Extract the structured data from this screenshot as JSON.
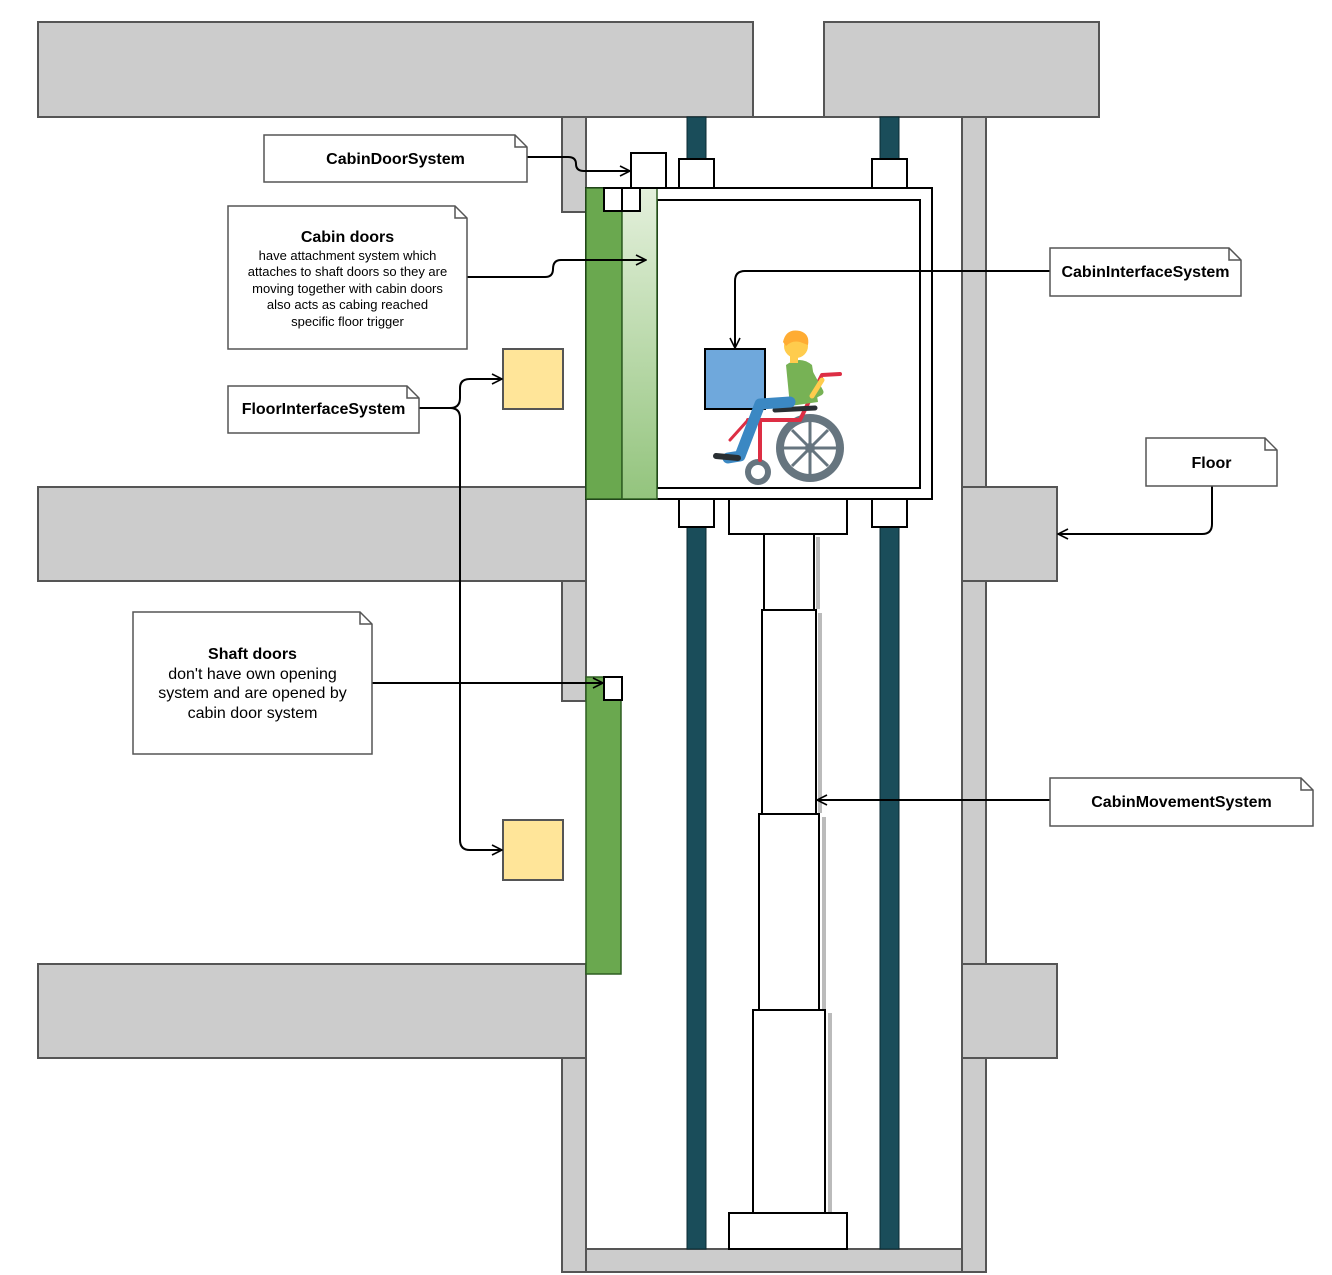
{
  "diagram": {
    "colors": {
      "wall": "#cccccc",
      "wall_stroke": "#555555",
      "rail": "#1a4d5a",
      "door_dark": "#6aa84f",
      "door_light": "#b6d7a8",
      "interface_panel": "#6fa8dc",
      "floor_button": "#ffe599",
      "connector": "#000000"
    },
    "notes": {
      "cabin_door_system": {
        "title": "CabinDoorSystem"
      },
      "cabin_doors": {
        "title": "Cabin doors",
        "lines": [
          "have attachment system which",
          "attaches to shaft doors so they are",
          "moving together with cabin doors",
          "also acts as cabing reached",
          "specific floor trigger"
        ]
      },
      "floor_interface_system": {
        "title": "FloorInterfaceSystem"
      },
      "shaft_doors": {
        "title": "Shaft doors",
        "lines": [
          "don't have own opening",
          "system and are opened by",
          "cabin door system"
        ]
      },
      "cabin_interface_system": {
        "title": "CabinInterfaceSystem"
      },
      "floor": {
        "title": "Floor"
      },
      "cabin_movement_system": {
        "title": "CabinMovementSystem"
      }
    },
    "icons": {
      "passenger": "person-in-wheelchair-icon"
    }
  }
}
